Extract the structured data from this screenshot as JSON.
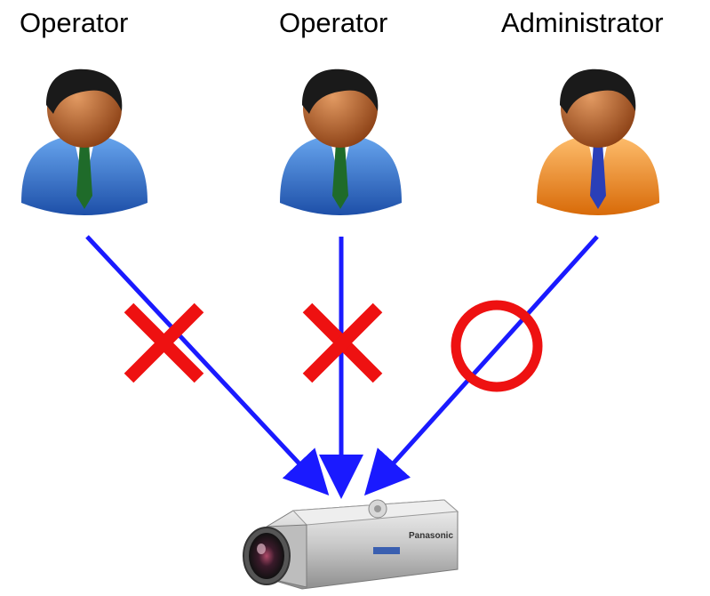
{
  "users": [
    {
      "role": "Operator",
      "icon": "user-icon",
      "suit_color": "#2f6fce",
      "tie_color": "#1f6b2a"
    },
    {
      "role": "Operator",
      "icon": "user-icon",
      "suit_color": "#2f6fce",
      "tie_color": "#1f6b2a"
    },
    {
      "role": "Administrator",
      "icon": "user-icon",
      "suit_color": "#f08a1c",
      "tie_color": "#2a3fb8"
    }
  ],
  "connections": [
    {
      "from": "Operator",
      "access": "denied",
      "mark": "cross-mark"
    },
    {
      "from": "Operator",
      "access": "denied",
      "mark": "cross-mark"
    },
    {
      "from": "Administrator",
      "access": "allowed",
      "mark": "circle-mark"
    }
  ],
  "device": {
    "icon": "network-camera-icon",
    "brand_text": "Panasonic"
  },
  "colors": {
    "arrow": "#1a1aff",
    "mark": "#ee1111",
    "skin": "#b8622c",
    "hair": "#1a1a1a"
  }
}
